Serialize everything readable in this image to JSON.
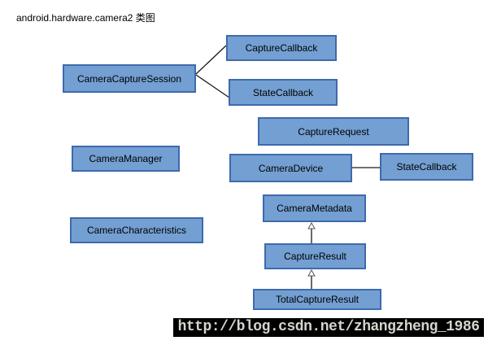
{
  "title": "android.hardware.camera2 类图",
  "diagram": {
    "nodes": [
      {
        "id": "camera-capture-session",
        "label": "CameraCaptureSession"
      },
      {
        "id": "capture-callback",
        "label": "CaptureCallback"
      },
      {
        "id": "state-callback-session",
        "label": "StateCallback"
      },
      {
        "id": "capture-request",
        "label": "CaptureRequest"
      },
      {
        "id": "camera-manager",
        "label": "CameraManager"
      },
      {
        "id": "camera-device",
        "label": "CameraDevice"
      },
      {
        "id": "state-callback-device",
        "label": "StateCallback"
      },
      {
        "id": "camera-metadata",
        "label": "CameraMetadata"
      },
      {
        "id": "camera-characteristics",
        "label": "CameraCharacteristics"
      },
      {
        "id": "capture-result",
        "label": "CaptureResult"
      },
      {
        "id": "total-capture-result",
        "label": "TotalCaptureResult"
      }
    ],
    "edges": [
      {
        "from": "CameraCaptureSession",
        "to": "CaptureCallback",
        "type": "association"
      },
      {
        "from": "CameraCaptureSession",
        "to": "StateCallback",
        "type": "association"
      },
      {
        "from": "CameraDevice",
        "to": "StateCallback",
        "type": "association"
      },
      {
        "from": "CaptureResult",
        "to": "CameraMetadata",
        "type": "inheritance"
      },
      {
        "from": "TotalCaptureResult",
        "to": "CaptureResult",
        "type": "inheritance"
      }
    ],
    "colors": {
      "node_fill": "#739fd2",
      "node_border": "#3e6aad",
      "line": "#1a1a1a",
      "arrowhead_fill": "#ffffff",
      "arrowhead_stroke": "#555555"
    }
  },
  "watermark": {
    "text": "http://blog.csdn.net/zhangzheng_1986",
    "bg": "#000000",
    "fg": "#d5d5ce"
  }
}
